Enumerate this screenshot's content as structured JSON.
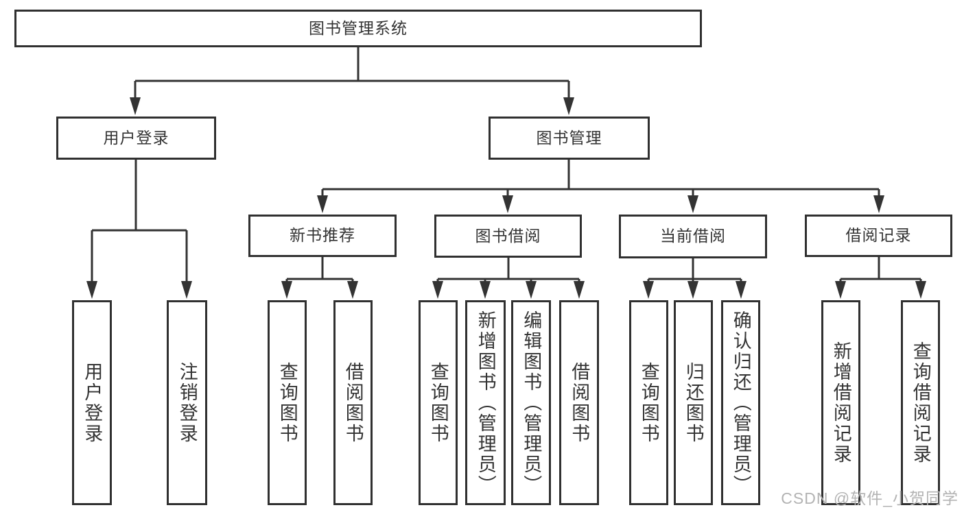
{
  "nodes": {
    "root": "图书管理系统",
    "user_login": "用户登录",
    "book_management": "图书管理",
    "new_book_recommend": "新书推荐",
    "book_borrow": "图书借阅",
    "current_borrow": "当前借阅",
    "borrow_records": "借阅记录",
    "leaf_user_login": "用户登录",
    "leaf_logout": "注销登录",
    "rec_query_books": "查询图书",
    "rec_borrow_books": "借阅图书",
    "bb_query_books": "查询图书",
    "bb_add_books": "新增图书（管理员）",
    "bb_edit_books": "编辑图书（管理员）",
    "bb_borrow_books": "借阅图书",
    "cb_query_books": "查询图书",
    "cb_return_books": "归还图书",
    "cb_confirm_return": "确认归还（管理员）",
    "br_add_record": "新增借阅记录",
    "br_query_record": "查询借阅记录"
  },
  "watermark": "CSDN @软件_小贺同学",
  "colors": {
    "line": "#333333",
    "box_border": "#303030",
    "text": "#333333",
    "watermark": "#b3b3b3",
    "background": "#ffffff"
  }
}
